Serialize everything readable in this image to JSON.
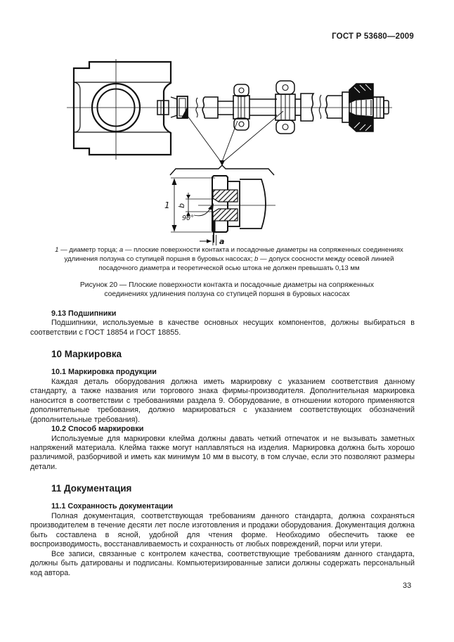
{
  "header": {
    "doc_number": "ГОСТ Р 53680—2009"
  },
  "page": {
    "number": "33"
  },
  "figure": {
    "legend": [
      {
        "label": "1",
        "text": " — диаметр торца; "
      },
      {
        "label": "a",
        "text": " — плоские поверхности контакта и посадочные диаметры на сопряженных соединениях удлинения ползуна со ступицей поршня в буровых насосах; "
      },
      {
        "label": "b",
        "text": " — допуск соосности между осевой линией посадочного диаметра и теоретической осью штока не должен превышать 0,13 мм"
      }
    ],
    "caption": "Рисунок 20 — Плоские поверхности контакта и посадочные диаметры на сопряженных соединениях удлинения ползуна со ступицей поршня в буровых насосах",
    "labels": {
      "dim1": "1",
      "dim_b": "b",
      "angle": "90°",
      "dim_a": "a"
    }
  },
  "sections": {
    "s9_13": {
      "heading": "9.13 Подшипники",
      "para": "Подшипники, используемые в качестве основных несущих компонентов, должны выбираться в соответствии с ГОСТ 18854 и ГОСТ 18855."
    },
    "s10": {
      "heading": "10 Маркировка"
    },
    "s10_1": {
      "heading": "10.1 Маркировка продукции",
      "para": "Каждая деталь оборудования должна иметь маркировку с указанием соответствия данному стандарту, а также названия или торгового знака фирмы-производителя. Дополнительная маркировка наносится в соответствии с требованиями раздела 9. Оборудование, в отношении которого применяются дополнительные требования, должно маркироваться с указанием соответствующих обозначений (дополнительные требования)."
    },
    "s10_2": {
      "heading": "10.2 Способ маркировки",
      "para": "Используемые для маркировки клейма должны давать четкий отпечаток и не вызывать заметных напряжений материала. Клейма также могут наплавляться на изделия. Маркировка должна быть хорошо различимой, разборчивой и иметь как минимум 10 мм в высоту, в том случае, если это позволяют размеры детали."
    },
    "s11": {
      "heading": "11 Документация"
    },
    "s11_1": {
      "heading": "11.1 Сохранность документации",
      "para1": "Полная документация, соответствующая требованиям данного стандарта, должна сохраняться производителем в течение десяти лет после изготовления и продажи оборудования. Документация должна быть составлена в ясной, удобной для чтения форме. Необходимо обеспечить также ее воспроизводимость, восстанавливаемость и сохранность от любых повреждений, порчи или утери.",
      "para2": "Все записи, связанные с контролем качества, соответствующие требованиям данного стандарта, должны быть датированы и подписаны. Компьютеризированные записи должны содержать персональный код автора."
    }
  }
}
